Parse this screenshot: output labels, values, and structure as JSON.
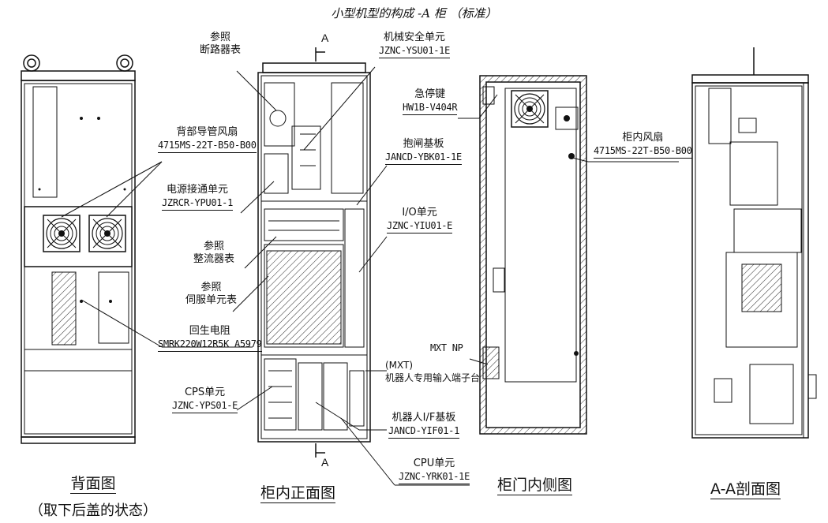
{
  "title": "小型机型的构成 -A 柜 （标准）",
  "section_marker": "A",
  "views": {
    "back": {
      "label": "背面图",
      "sub": "（取下后盖的状态）"
    },
    "front": {
      "label": "柜内正面图"
    },
    "door": {
      "label": "柜门内侧图"
    },
    "section": {
      "label": "A-A剖面图"
    }
  },
  "callouts": {
    "breaker": {
      "line1": "参照",
      "line2": "断路器表"
    },
    "back_fan": {
      "name": "背部导管风扇",
      "code": "4715MS-22T-B50-B00"
    },
    "power_unit": {
      "name": "电源接通单元",
      "code": "JZRCR-YPU01-1"
    },
    "rectifier": {
      "line1": "参照",
      "line2": "整流器表"
    },
    "servo": {
      "line1": "参照",
      "line2": "伺服单元表"
    },
    "regen": {
      "name": "回生电阻",
      "code": "SMRK220W12R5K A5979"
    },
    "cps": {
      "name": "CPS单元",
      "code": "JZNC-YPS01-E"
    },
    "safety": {
      "name": "机械安全单元",
      "code": "JZNC-YSU01-1E"
    },
    "estop": {
      "name": "急停键",
      "code": "HW1B-V404R"
    },
    "brake": {
      "name": "抱闸基板",
      "code": "JANCD-YBK01-1E"
    },
    "io": {
      "name": "I/O单元",
      "code": "JZNC-YIU01-E"
    },
    "mxt_np": {
      "name": "MXT NP"
    },
    "mxt": {
      "line1": "(MXT)",
      "line2": "机器人专用输入端子台"
    },
    "robot_if": {
      "name": "机器人I/F基板",
      "code": "JANCD-YIF01-1"
    },
    "cpu": {
      "name": "CPU单元",
      "code": "JZNC-YRK01-1E"
    },
    "inner_fan": {
      "name": "柜内风扇",
      "code": "4715MS-22T-B50-B00"
    }
  }
}
